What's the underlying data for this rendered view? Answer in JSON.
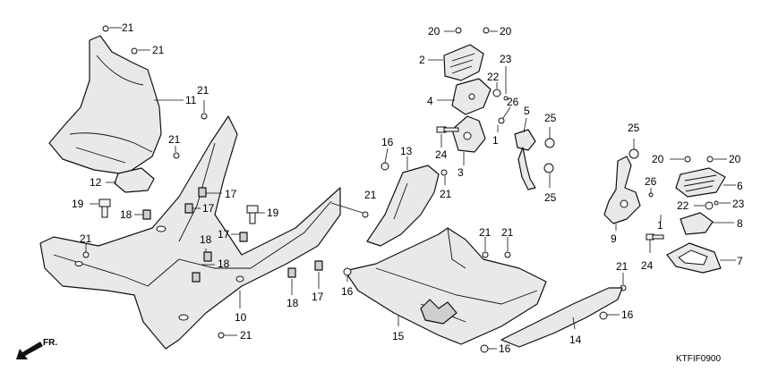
{
  "diagram": {
    "code": "KTFIF0900",
    "direction_label": "FR.",
    "callouts": [
      {
        "id": "c01",
        "text": "21"
      },
      {
        "id": "c02",
        "text": "21"
      },
      {
        "id": "c03",
        "text": "11"
      },
      {
        "id": "c04",
        "text": "21"
      },
      {
        "id": "c05",
        "text": "21"
      },
      {
        "id": "c06",
        "text": "12"
      },
      {
        "id": "c07",
        "text": "17"
      },
      {
        "id": "c08",
        "text": "17"
      },
      {
        "id": "c09",
        "text": "19"
      },
      {
        "id": "c10",
        "text": "18"
      },
      {
        "id": "c11",
        "text": "17"
      },
      {
        "id": "c12",
        "text": "19"
      },
      {
        "id": "c13",
        "text": "18"
      },
      {
        "id": "c14",
        "text": "18"
      },
      {
        "id": "c15",
        "text": "21"
      },
      {
        "id": "c16",
        "text": "10"
      },
      {
        "id": "c17",
        "text": "21"
      },
      {
        "id": "c18",
        "text": "18"
      },
      {
        "id": "c19",
        "text": "17"
      },
      {
        "id": "c20",
        "text": "21"
      },
      {
        "id": "c21",
        "text": "20"
      },
      {
        "id": "c22",
        "text": "20"
      },
      {
        "id": "c23",
        "text": "2"
      },
      {
        "id": "c24",
        "text": "23"
      },
      {
        "id": "c25",
        "text": "22"
      },
      {
        "id": "c26",
        "text": "26"
      },
      {
        "id": "c27",
        "text": "4"
      },
      {
        "id": "c28",
        "text": "5"
      },
      {
        "id": "c29",
        "text": "25"
      },
      {
        "id": "c30",
        "text": "1"
      },
      {
        "id": "c31",
        "text": "24"
      },
      {
        "id": "c32",
        "text": "3"
      },
      {
        "id": "c33",
        "text": "25"
      },
      {
        "id": "c34",
        "text": "16"
      },
      {
        "id": "c35",
        "text": "13"
      },
      {
        "id": "c36",
        "text": "21"
      },
      {
        "id": "c37",
        "text": "21"
      },
      {
        "id": "c38",
        "text": "21"
      },
      {
        "id": "c39",
        "text": "16"
      },
      {
        "id": "c40",
        "text": "15"
      },
      {
        "id": "c41",
        "text": "16"
      },
      {
        "id": "c42",
        "text": "14"
      },
      {
        "id": "c43",
        "text": "16"
      },
      {
        "id": "c44",
        "text": "21"
      },
      {
        "id": "c45",
        "text": "25"
      },
      {
        "id": "c46",
        "text": "20"
      },
      {
        "id": "c47",
        "text": "20"
      },
      {
        "id": "c48",
        "text": "6"
      },
      {
        "id": "c49",
        "text": "26"
      },
      {
        "id": "c50",
        "text": "22"
      },
      {
        "id": "c51",
        "text": "23"
      },
      {
        "id": "c52",
        "text": "1"
      },
      {
        "id": "c53",
        "text": "8"
      },
      {
        "id": "c54",
        "text": "9"
      },
      {
        "id": "c55",
        "text": "24"
      },
      {
        "id": "c56",
        "text": "7"
      }
    ]
  }
}
